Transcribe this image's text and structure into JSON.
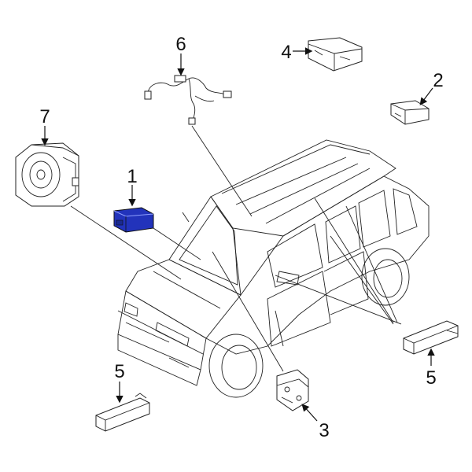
{
  "callouts": [
    {
      "id": "1",
      "label": "1"
    },
    {
      "id": "2",
      "label": "2"
    },
    {
      "id": "3",
      "label": "3"
    },
    {
      "id": "4",
      "label": "4"
    },
    {
      "id": "5a",
      "label": "5"
    },
    {
      "id": "5b",
      "label": "5"
    },
    {
      "id": "6",
      "label": "6"
    },
    {
      "id": "7",
      "label": "7"
    }
  ],
  "colors": {
    "highlight_part": "#2233bb",
    "line": "#111111"
  }
}
